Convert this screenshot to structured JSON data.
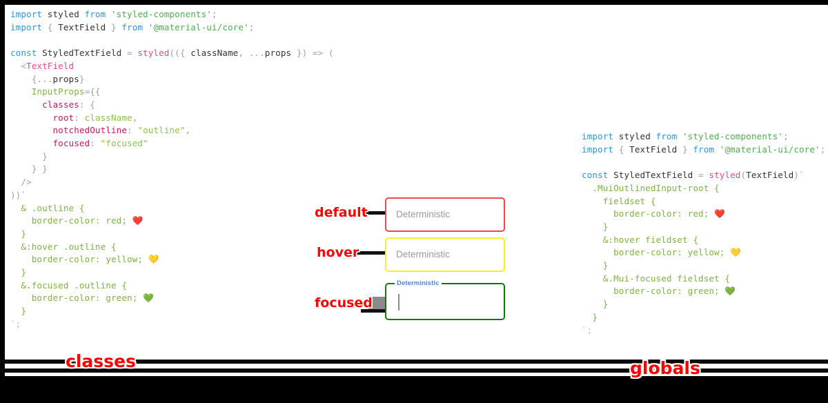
{
  "code_left": {
    "title": "classes",
    "lines": [
      [
        {
          "t": "import ",
          "c": "kw"
        },
        {
          "t": "styled",
          "c": "id"
        },
        {
          "t": " from ",
          "c": "kw"
        },
        {
          "t": "'styled-components'",
          "c": "str"
        },
        {
          "t": ";",
          "c": "punc"
        }
      ],
      [
        {
          "t": "import ",
          "c": "kw"
        },
        {
          "t": "{",
          "c": "punc"
        },
        {
          "t": " TextField ",
          "c": "id"
        },
        {
          "t": "}",
          "c": "punc"
        },
        {
          "t": " from ",
          "c": "kw"
        },
        {
          "t": "'@material-ui/core'",
          "c": "str"
        },
        {
          "t": ";",
          "c": "punc"
        }
      ],
      [],
      [
        {
          "t": "const ",
          "c": "kw"
        },
        {
          "t": "StyledTextField",
          "c": "id"
        },
        {
          "t": " = ",
          "c": "punc"
        },
        {
          "t": "styled",
          "c": "fn"
        },
        {
          "t": "((",
          "c": "punc"
        },
        {
          "t": "{ ",
          "c": "punc"
        },
        {
          "t": "className",
          "c": "id"
        },
        {
          "t": ", ",
          "c": "punc"
        },
        {
          "t": "...",
          "c": "punc"
        },
        {
          "t": "props",
          "c": "id"
        },
        {
          "t": " }) => (",
          "c": "punc"
        }
      ],
      [
        {
          "t": "  <",
          "c": "punc"
        },
        {
          "t": "TextField",
          "c": "tag"
        }
      ],
      [
        {
          "t": "    {",
          "c": "punc"
        },
        {
          "t": "...",
          "c": "punc"
        },
        {
          "t": "props",
          "c": "id"
        },
        {
          "t": "}",
          "c": "punc"
        }
      ],
      [
        {
          "t": "    ",
          "c": "punc"
        },
        {
          "t": "InputProps",
          "c": "prop"
        },
        {
          "t": "={{",
          "c": "punc"
        }
      ],
      [
        {
          "t": "      ",
          "c": "punc"
        },
        {
          "t": "classes",
          "c": "key"
        },
        {
          "t": ": {",
          "c": "punc"
        }
      ],
      [
        {
          "t": "        ",
          "c": "punc"
        },
        {
          "t": "root",
          "c": "key"
        },
        {
          "t": ": ",
          "c": "punc"
        },
        {
          "t": "className",
          "c": "val"
        },
        {
          "t": ",",
          "c": "punc"
        }
      ],
      [
        {
          "t": "        ",
          "c": "punc"
        },
        {
          "t": "notchedOutline",
          "c": "key"
        },
        {
          "t": ": ",
          "c": "punc"
        },
        {
          "t": "\"outline\"",
          "c": "val"
        },
        {
          "t": ",",
          "c": "punc"
        }
      ],
      [
        {
          "t": "        ",
          "c": "punc"
        },
        {
          "t": "focused",
          "c": "key"
        },
        {
          "t": ": ",
          "c": "punc"
        },
        {
          "t": "\"focused\"",
          "c": "val"
        }
      ],
      [
        {
          "t": "      }",
          "c": "punc"
        }
      ],
      [
        {
          "t": "    } }",
          "c": "punc"
        }
      ],
      [
        {
          "t": "  />",
          "c": "punc"
        }
      ],
      [
        {
          "t": "))`",
          "c": "punc"
        }
      ],
      [
        {
          "t": "  & .outline {",
          "c": "css"
        }
      ],
      [
        {
          "t": "    border-color: red; ",
          "c": "css"
        },
        {
          "t": "❤️",
          "c": "emoji"
        }
      ],
      [
        {
          "t": "  }",
          "c": "css"
        }
      ],
      [
        {
          "t": "  &:hover .outline {",
          "c": "css"
        }
      ],
      [
        {
          "t": "    border-color: yellow; ",
          "c": "css"
        },
        {
          "t": "💛",
          "c": "emoji"
        }
      ],
      [
        {
          "t": "  }",
          "c": "css"
        }
      ],
      [
        {
          "t": "  &.focused .outline {",
          "c": "css"
        }
      ],
      [
        {
          "t": "    border-color: green; ",
          "c": "css"
        },
        {
          "t": "💚",
          "c": "emoji"
        }
      ],
      [
        {
          "t": "  }",
          "c": "css"
        }
      ],
      [
        {
          "t": "`;",
          "c": "grey"
        }
      ]
    ]
  },
  "code_right": {
    "title": "globals",
    "lines": [
      [
        {
          "t": "import ",
          "c": "kw"
        },
        {
          "t": "styled",
          "c": "id"
        },
        {
          "t": " from ",
          "c": "kw"
        },
        {
          "t": "'styled-components'",
          "c": "str"
        },
        {
          "t": ";",
          "c": "punc"
        }
      ],
      [
        {
          "t": "import ",
          "c": "kw"
        },
        {
          "t": "{",
          "c": "punc"
        },
        {
          "t": " TextField ",
          "c": "id"
        },
        {
          "t": "}",
          "c": "punc"
        },
        {
          "t": " from ",
          "c": "kw"
        },
        {
          "t": "'@material-ui/core'",
          "c": "str"
        },
        {
          "t": ";",
          "c": "punc"
        }
      ],
      [],
      [
        {
          "t": "const ",
          "c": "kw"
        },
        {
          "t": "StyledTextField",
          "c": "id"
        },
        {
          "t": " = ",
          "c": "punc"
        },
        {
          "t": "styled",
          "c": "fn"
        },
        {
          "t": "(",
          "c": "punc"
        },
        {
          "t": "TextField",
          "c": "id"
        },
        {
          "t": ")`",
          "c": "punc"
        }
      ],
      [
        {
          "t": "  .MuiOutlinedInput-root {",
          "c": "css"
        }
      ],
      [
        {
          "t": "    fieldset {",
          "c": "css"
        }
      ],
      [
        {
          "t": "      border-color: red; ",
          "c": "css"
        },
        {
          "t": "❤️",
          "c": "emoji"
        }
      ],
      [
        {
          "t": "    }",
          "c": "css"
        }
      ],
      [
        {
          "t": "    &:hover fieldset {",
          "c": "css"
        }
      ],
      [
        {
          "t": "      border-color: yellow; ",
          "c": "css"
        },
        {
          "t": "💛",
          "c": "emoji"
        }
      ],
      [
        {
          "t": "    }",
          "c": "css"
        }
      ],
      [
        {
          "t": "    &.Mui-focused fieldset {",
          "c": "css"
        }
      ],
      [
        {
          "t": "      border-color: green; ",
          "c": "css"
        },
        {
          "t": "💚",
          "c": "emoji"
        }
      ],
      [
        {
          "t": "    }",
          "c": "css"
        }
      ],
      [
        {
          "t": "  }",
          "c": "css"
        }
      ],
      [
        {
          "t": "`;",
          "c": "grey"
        }
      ]
    ]
  },
  "demo": {
    "states": [
      {
        "label": "default",
        "placeholder": "Deterministic",
        "border_color": "#f24646",
        "floating_label": null
      },
      {
        "label": "hover",
        "placeholder": "Deterministic",
        "border_color": "#f5f02a",
        "floating_label": null
      },
      {
        "label": "focused",
        "placeholder": "",
        "border_color": "#0a7a0a",
        "floating_label": "Deterministic"
      }
    ]
  },
  "colors": {
    "label_red": "#ff0000",
    "keyword_blue": "#2f95d8",
    "string_green": "#4caf50",
    "css_green": "#7cb342",
    "key_pink": "#c2185b",
    "fn_pink": "#e8498a",
    "notch_blue": "#4a86d8"
  }
}
